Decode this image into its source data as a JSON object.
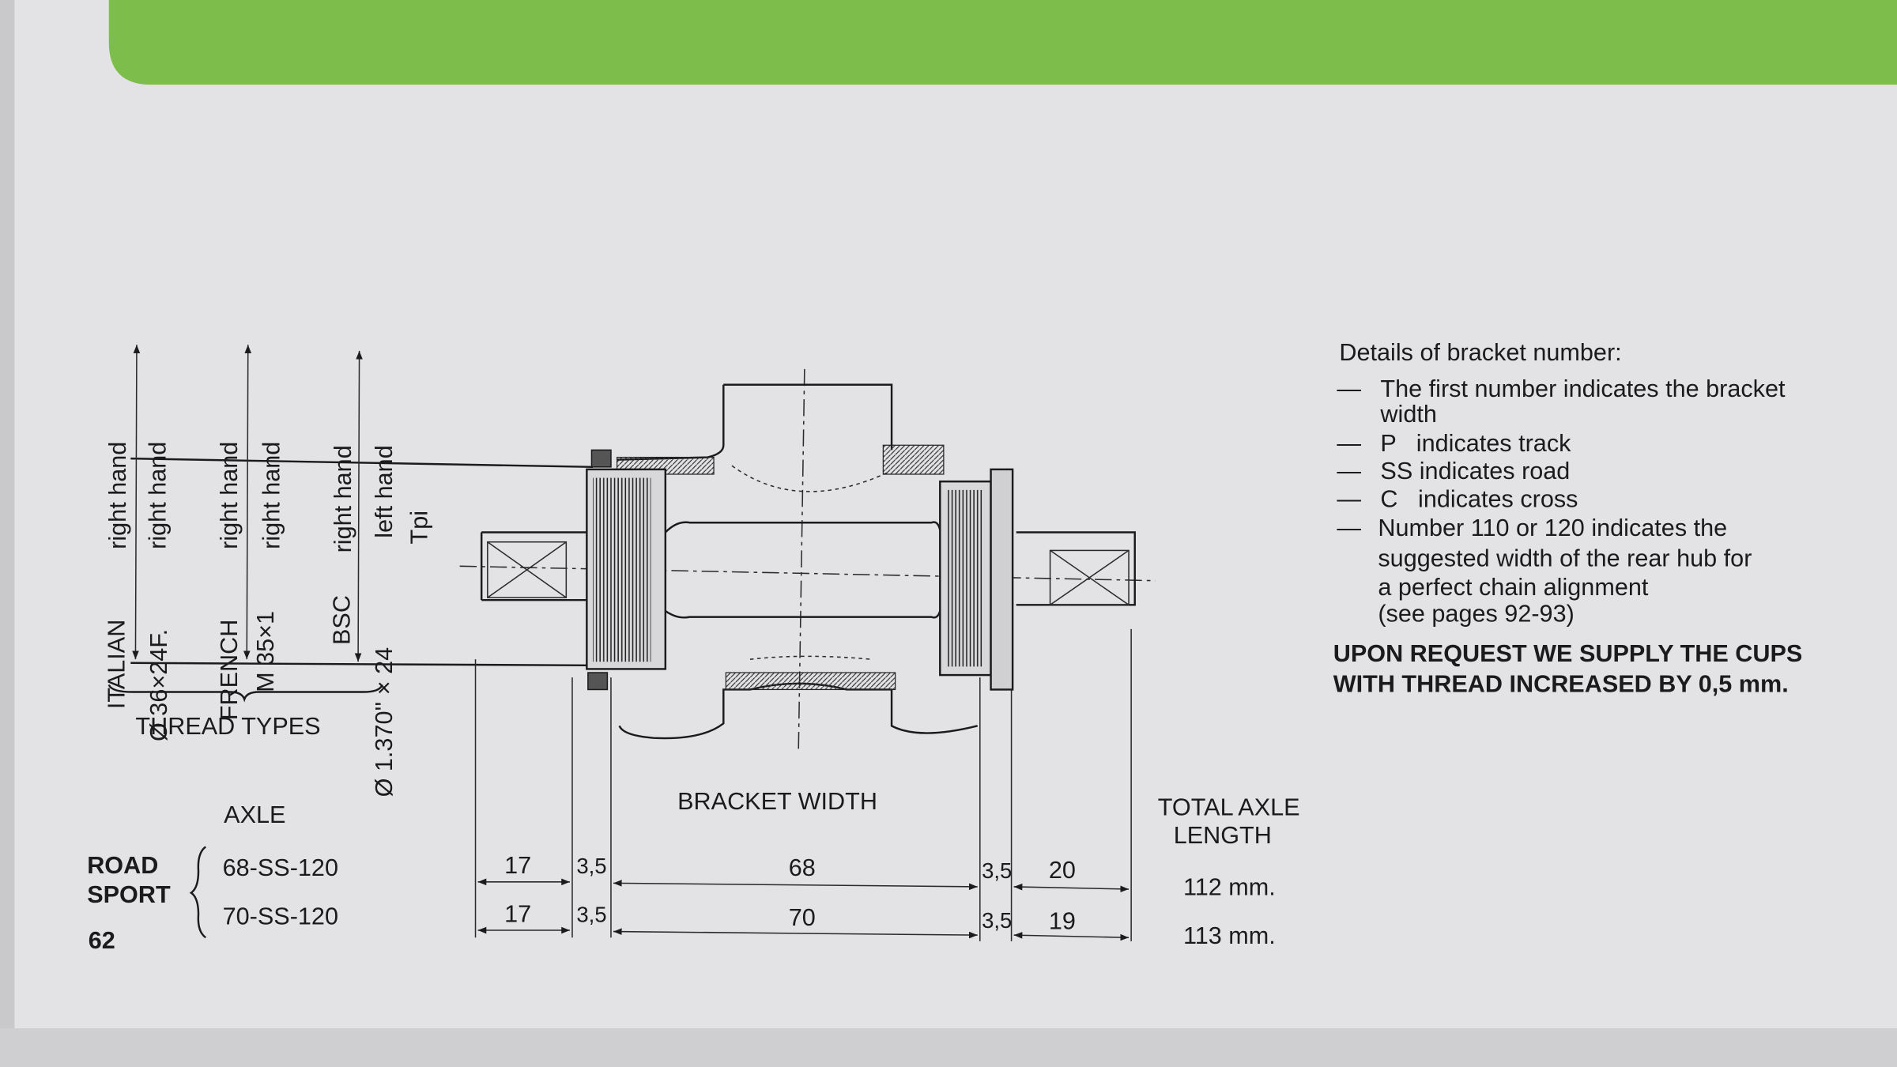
{
  "page_number": "62",
  "thread_types": {
    "caption": "THREAD TYPES",
    "columns": [
      {
        "name": "ITALIAN",
        "spec": "Ø 36×24F.",
        "hand_1": "right hand",
        "hand_2": "right hand"
      },
      {
        "name": "FRENCH",
        "spec": "M 35×1",
        "hand_1": "right hand",
        "hand_2": "right hand"
      },
      {
        "name": "BSC",
        "spec": "Ø 1.370'' × 24",
        "spec_unit": "Tpi",
        "hand_1": "right hand",
        "hand_2": "left hand"
      }
    ]
  },
  "dimensions": {
    "bracket_width_label": "BRACKET WIDTH",
    "total_axle_label_1": "TOTAL AXLE",
    "total_axle_label_2": "LENGTH",
    "axle_header": "AXLE",
    "group_label_1": "ROAD",
    "group_label_2": "SPORT",
    "rows": [
      {
        "axle": "68-SS-120",
        "left": "17",
        "cup_l": "3,5",
        "width": "68",
        "cup_r": "3,5",
        "right": "20",
        "total": "112 mm."
      },
      {
        "axle": "70-SS-120",
        "left": "17",
        "cup_l": "3,5",
        "width": "70",
        "cup_r": "3,5",
        "right": "19",
        "total": "113 mm."
      }
    ]
  },
  "details": {
    "title": "Details of bracket number:",
    "items": [
      {
        "dash": "—",
        "lines": [
          "The first number indicates the bracket",
          "width"
        ]
      },
      {
        "dash": "—",
        "lines": [
          "P   indicates track"
        ]
      },
      {
        "dash": "—",
        "lines": [
          "SS indicates road"
        ]
      },
      {
        "dash": "—",
        "lines": [
          "C   indicates cross"
        ]
      },
      {
        "dash": "—",
        "lines": [
          "Number 110 or 120 indicates the",
          "suggested width of the rear hub for",
          "a perfect chain alignment",
          "(see pages 92-93)"
        ]
      }
    ],
    "notice_1": "UPON REQUEST WE SUPPLY THE CUPS",
    "notice_2": "WITH THREAD INCREASED BY 0,5 mm."
  },
  "colors": {
    "band": "#7dbd4c",
    "paper": "#e3e3e5",
    "ink": "#1b1b1d"
  }
}
